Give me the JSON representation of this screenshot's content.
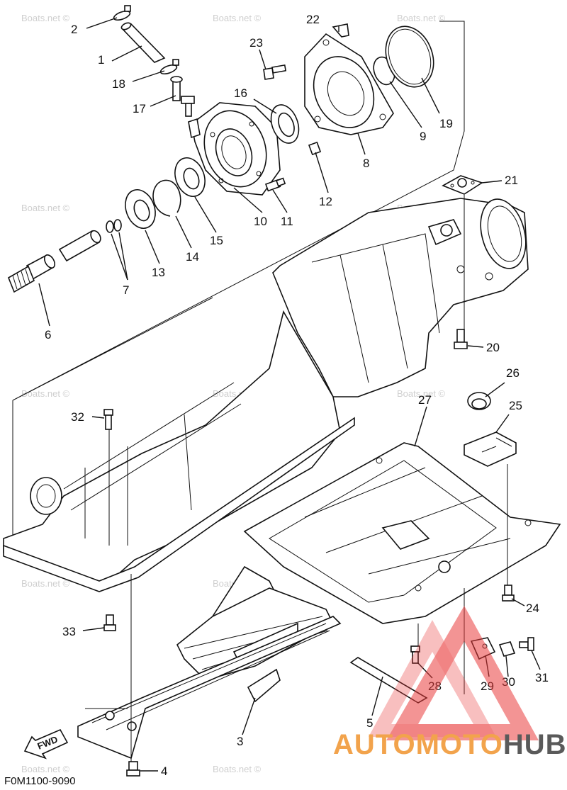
{
  "diagram": {
    "part_code": "F0M1100-9090",
    "fwd_label": "FWD",
    "watermark": "Boats.net ©",
    "brand": {
      "auto": "AUTO",
      "moto": "MOTO",
      "hub": "HUB",
      "color_auto": "#f2a34c",
      "color_moto": "#f2a34c",
      "color_hub": "#5a5a5a",
      "logo_color": "#e83a3a"
    },
    "callouts": [
      {
        "id": "2",
        "label": "2"
      },
      {
        "id": "1",
        "label": "1"
      },
      {
        "id": "18",
        "label": "18"
      },
      {
        "id": "17",
        "label": "17"
      },
      {
        "id": "22",
        "label": "22"
      },
      {
        "id": "23",
        "label": "23"
      },
      {
        "id": "16",
        "label": "16"
      },
      {
        "id": "19",
        "label": "19"
      },
      {
        "id": "9",
        "label": "9"
      },
      {
        "id": "8",
        "label": "8"
      },
      {
        "id": "12",
        "label": "12"
      },
      {
        "id": "21",
        "label": "21"
      },
      {
        "id": "10",
        "label": "10"
      },
      {
        "id": "11",
        "label": "11"
      },
      {
        "id": "15",
        "label": "15"
      },
      {
        "id": "14",
        "label": "14"
      },
      {
        "id": "13",
        "label": "13"
      },
      {
        "id": "7",
        "label": "7"
      },
      {
        "id": "6",
        "label": "6"
      },
      {
        "id": "20",
        "label": "20"
      },
      {
        "id": "26",
        "label": "26"
      },
      {
        "id": "27",
        "label": "27"
      },
      {
        "id": "25",
        "label": "25"
      },
      {
        "id": "32",
        "label": "32"
      },
      {
        "id": "24",
        "label": "24"
      },
      {
        "id": "33",
        "label": "33"
      },
      {
        "id": "28",
        "label": "28"
      },
      {
        "id": "29",
        "label": "29"
      },
      {
        "id": "30",
        "label": "30"
      },
      {
        "id": "31",
        "label": "31"
      },
      {
        "id": "5",
        "label": "5"
      },
      {
        "id": "3",
        "label": "3"
      },
      {
        "id": "4",
        "label": "4"
      }
    ]
  }
}
